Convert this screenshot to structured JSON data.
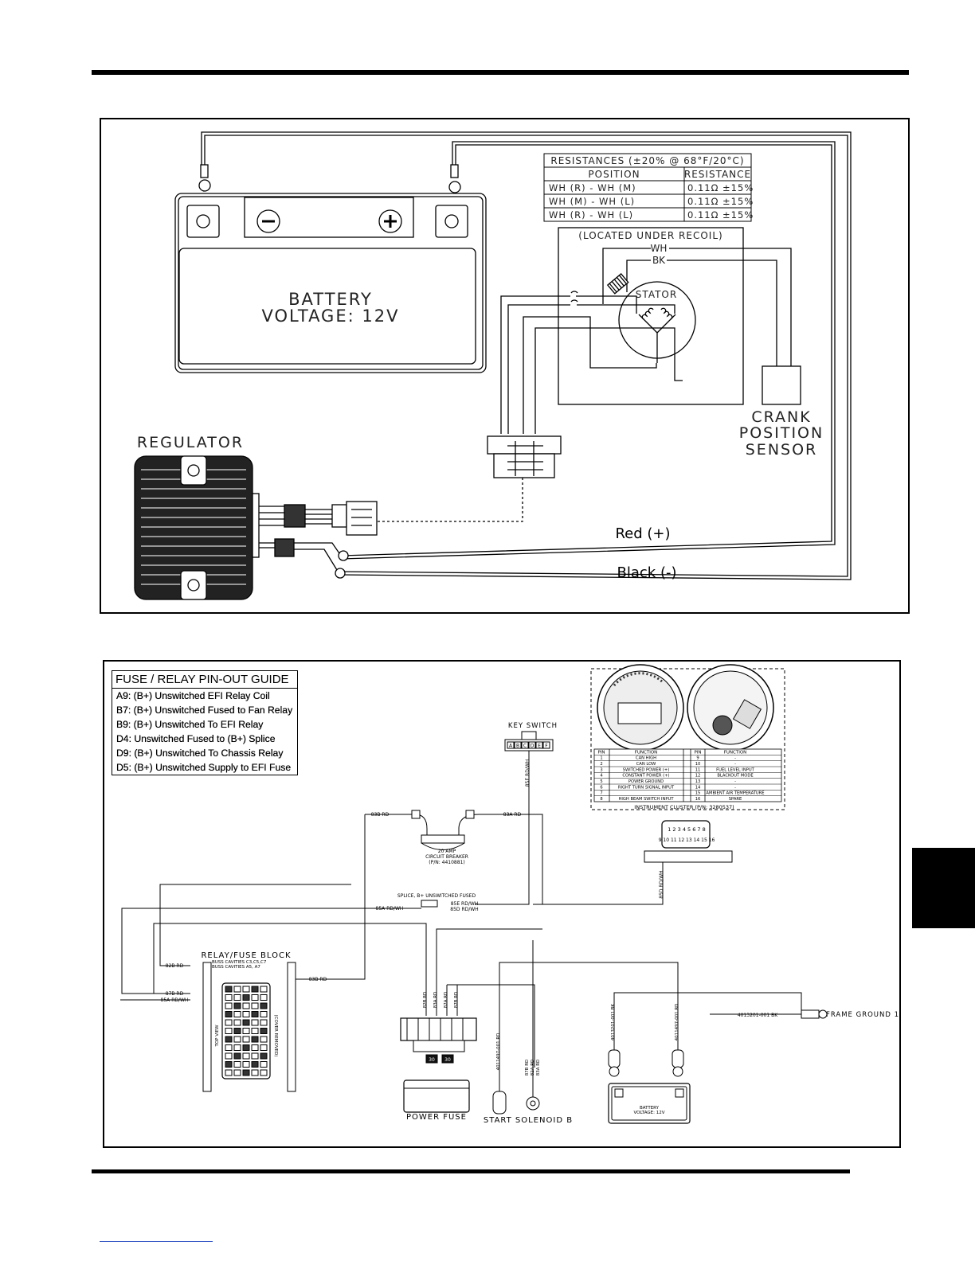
{
  "top_diagram": {
    "resistance_table": {
      "title": "RESISTANCES (±20% @ 68°F/20°C)",
      "headers": [
        "POSITION",
        "RESISTANCE"
      ],
      "rows": [
        [
          "WH (R) - WH (M)",
          "0.11Ω ±15%"
        ],
        [
          "WH (M) - WH (L)",
          "0.11Ω ±15%"
        ],
        [
          "WH (R) - WH (L)",
          "0.11Ω ±15%"
        ]
      ]
    },
    "located_under": "(LOCATED UNDER RECOIL)",
    "wire_wh": "WH",
    "wire_bk": "BK",
    "stator": "STATOR",
    "battery_line1": "BATTERY",
    "battery_line2": "VOLTAGE: 12V",
    "crank_line1": "CRANK",
    "crank_line2": "POSITION",
    "crank_line3": "SENSOR",
    "regulator": "REGULATOR",
    "red_label": "Red (+)",
    "black_label": "Black (-)"
  },
  "bottom_diagram": {
    "guide": {
      "title": "FUSE / RELAY PIN-OUT GUIDE",
      "items": [
        "A9: (B+) Unswitched EFI Relay Coil",
        "B7: (B+) Unswitched Fused to Fan Relay",
        "B9: (B+) Unswitched To EFI Relay",
        "D4: Unswitched Fused to (B+) Splice",
        "D9: (B+) Unswitched To Chassis Relay",
        "D5: (B+) Unswitched Supply to EFI Fuse"
      ]
    },
    "key_switch": "KEY SWITCH",
    "key_switch_pins": [
      "A",
      "B",
      "C",
      "D",
      "E",
      "F"
    ],
    "cluster_table": {
      "headers": [
        "PIN",
        "FUNCTION",
        "PIN",
        "FUNCTION"
      ],
      "rows": [
        [
          "1",
          "CAN HIGH",
          "9",
          "-"
        ],
        [
          "2",
          "CAN LOW",
          "10",
          "-"
        ],
        [
          "3",
          "SWITCHED POWER (+)",
          "11",
          "FUEL LEVEL INPUT"
        ],
        [
          "4",
          "CONSTANT POWER (+)",
          "12",
          "BLACKOUT MODE"
        ],
        [
          "5",
          "POWER GROUND",
          "13",
          "-"
        ],
        [
          "6",
          "RIGHT TURN SIGNAL INPUT",
          "14",
          "-"
        ],
        [
          "7",
          "",
          "15",
          "AMBIENT AIR TEMPERATURE"
        ],
        [
          "8",
          "HIGH BEAM SWITCH INPUT",
          "16",
          "SPARE"
        ]
      ],
      "caption": "INSTRUMENT CLUSTER (P/N: 3280537)"
    },
    "cluster_connector_top": "1 2 3 4 5 6 7 8",
    "cluster_connector_bottom": "9 10 11 12 13 14 15 16",
    "breaker_line1": "20 AMP",
    "breaker_line2": "CIRCUIT BREAKER",
    "breaker_line3": "(P/N: 4410881)",
    "wire_83b_top": "83B RD",
    "wire_83a": "83A RD",
    "wire_85e_vert": "85E RD/WH",
    "wire_85d_vert": "85D RD/WH",
    "splice_label": "SPLICE, B+ UNSWITCHED FUSED",
    "wire_85e": "85E RD/WH",
    "wire_85d": "85D RD/WH",
    "wire_85a_top": "85A RD/WH",
    "relay_title": "RELAY/FUSE BLOCK",
    "relay_note1": "BUSS CAVITIES C3,C5,C7",
    "relay_note2": "BUSS CAVITIES A5, A7",
    "wire_82b": "82B RD",
    "wire_83b": "83B RD",
    "wire_87b": "87B RD",
    "wire_85a": "85A RD/WH",
    "top_view": "TOP VIEW",
    "cover_removed": "(COVER REMOVED)",
    "fuse_wires": [
      "82B RD",
      "83A RD",
      "87A RD",
      "87B RD"
    ],
    "fuse_30": "30",
    "power_fuse": "POWER FUSE",
    "sol_wire1": "4011497-001 RD",
    "sol_wire2": "87B RD",
    "sol_wire3": "82A RD",
    "sol_wire4": "83A RD",
    "start_solenoid": "START SOLENOID B",
    "bat_wire_bk": "4013201-001 BK",
    "bat_wire_rd": "4011497-001 RD",
    "ground_wire": "4013201-001 BK",
    "frame_ground": "FRAME GROUND 1",
    "small_battery_line1": "BATTERY",
    "small_battery_line2": "VOLTAGE: 12V"
  }
}
